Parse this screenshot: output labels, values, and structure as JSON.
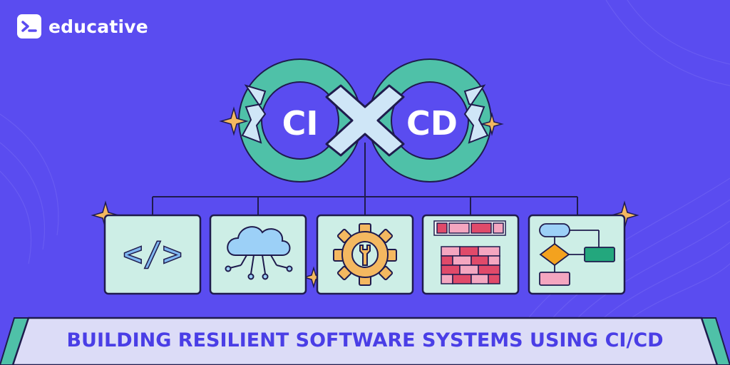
{
  "brand": {
    "name": "educative",
    "logo_icon": "terminal-prompt-icon"
  },
  "hero": {
    "left_label": "CI",
    "right_label": "CD",
    "connector_icon": "x-cross-icon"
  },
  "cards": [
    {
      "icon": "code-brackets-icon",
      "text": "</>"
    },
    {
      "icon": "cloud-network-icon"
    },
    {
      "icon": "gear-wrench-icon"
    },
    {
      "icon": "brick-wall-icon"
    },
    {
      "icon": "flowchart-icon"
    }
  ],
  "banner": {
    "title": "BUILDING RESILIENT SOFTWARE SYSTEMS USING CI/CD"
  },
  "colors": {
    "background": "#5a4cf0",
    "ring": "#4fc1a8",
    "card": "#cdeee6",
    "outline": "#1f1b4d",
    "accent": "#f4b860",
    "banner": "#dcdcf7"
  }
}
